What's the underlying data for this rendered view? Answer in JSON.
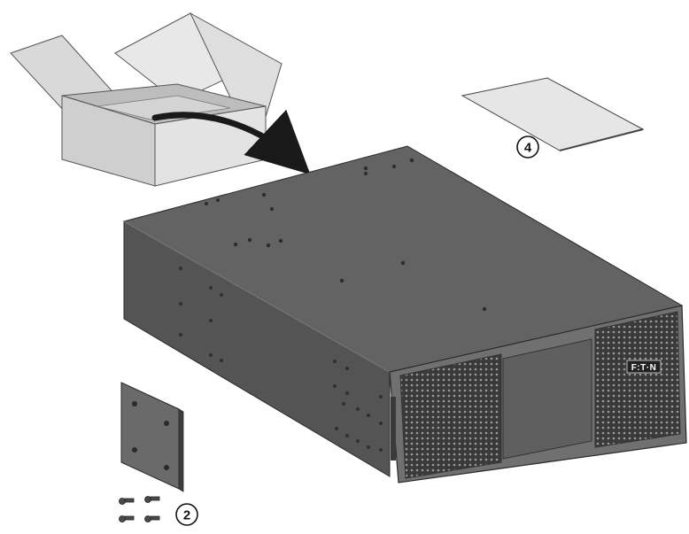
{
  "callouts": {
    "bracket_kit": "2",
    "documentation": "4"
  },
  "brand": {
    "logo_text": "F:T·N"
  },
  "colors": {
    "box_light": "#e3e3e3",
    "box_mid": "#cfcfcf",
    "chassis_top": "#636363",
    "chassis_side": "#545454",
    "bezel": "#707070",
    "paper": "#e6e6e6",
    "arrow": "#1a1a1a"
  }
}
